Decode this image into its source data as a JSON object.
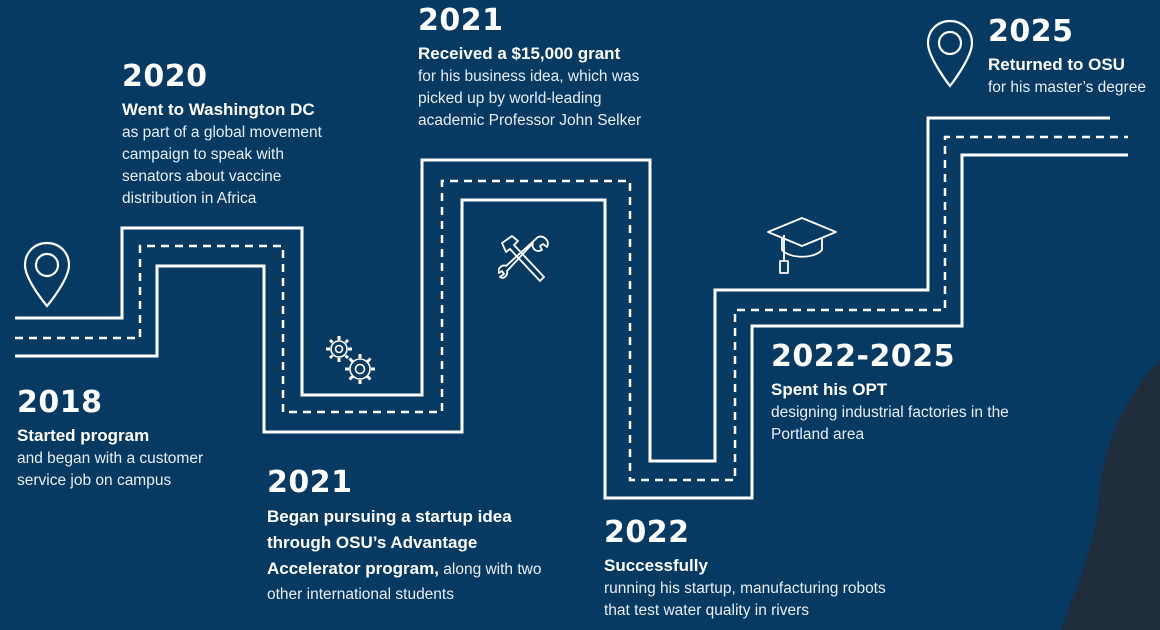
{
  "milestones": [
    {
      "id": "2018",
      "year": "2018",
      "heading": "Started program",
      "text": "and began with a customer service job on campus"
    },
    {
      "id": "2020",
      "year": "2020",
      "heading": "Went to Washington DC",
      "text": "as part of a global movement campaign to speak with senators about vaccine distribution in Africa"
    },
    {
      "id": "2021a",
      "year": "2021",
      "heading": "Began pursuing a startup idea through OSU’s Advantage Accelerator program,",
      "text": " along with two other international students"
    },
    {
      "id": "2021b",
      "year": "2021",
      "heading": "Received a $15,000 grant",
      "text": "for his business idea, which was picked up by world-leading academic Professor John Selker"
    },
    {
      "id": "2022",
      "year": "2022",
      "heading": "Successfully",
      "text": "running his startup, manufacturing robots that test water quality in rivers"
    },
    {
      "id": "2022-2025",
      "year": "2022-2025",
      "heading": "Spent his OPT",
      "text": "designing industrial factories in the Portland area"
    },
    {
      "id": "2025",
      "year": "2025",
      "heading": "Returned to OSU",
      "text": "for his master’s degree"
    }
  ],
  "icons": [
    "map-pin-icon",
    "gears-icon",
    "hammer-wrench-icon",
    "graduation-cap-icon",
    "map-pin-icon"
  ],
  "colors": {
    "background": "#063a63",
    "road": "#ffffff",
    "text": "#ffffff"
  }
}
